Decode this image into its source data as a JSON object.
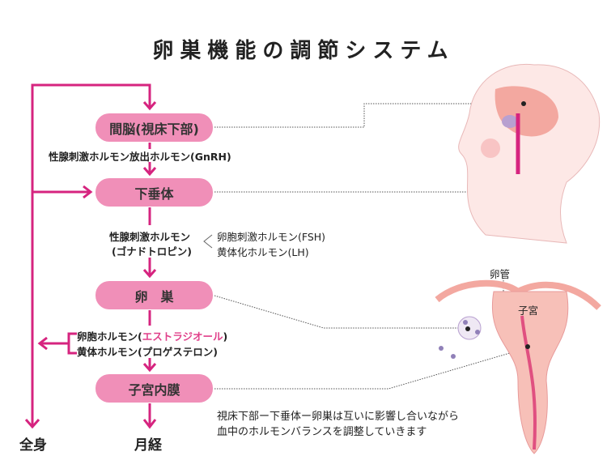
{
  "title": "卵巣機能の調節システム",
  "boxes": {
    "hypothalamus": "間脳(視床下部)",
    "pituitary": "下垂体",
    "ovary": "卵　巣",
    "endometrium": "子宮内膜"
  },
  "labels": {
    "gnrh": "性腺刺激ホルモン放出ホルモン(GnRH)",
    "gonadotropin1": "性腺刺激ホルモン",
    "gonadotropin2": "(ゴナドトロピン)",
    "fsh": "卵胞刺激ホルモン(FSH)",
    "lh": "黄体化ホルモン(LH)",
    "follicle_prefix": "卵胞ホルモン(",
    "estradiol": "エストラジオール",
    "follicle_suffix": ")",
    "progesterone": "黄体ホルモン(プロゲステロン)",
    "whole_body": "全身",
    "menstruation": "月経",
    "oviduct": "卵管",
    "uterus": "子宮"
  },
  "note": [
    "視床下部ー下垂体ー卵巣は互いに影響し合いながら",
    "血中のホルモンバランスを調整していきます"
  ],
  "colors": {
    "line": "#d6247f",
    "box": "#f08fb8",
    "accent": "#e0408a"
  }
}
